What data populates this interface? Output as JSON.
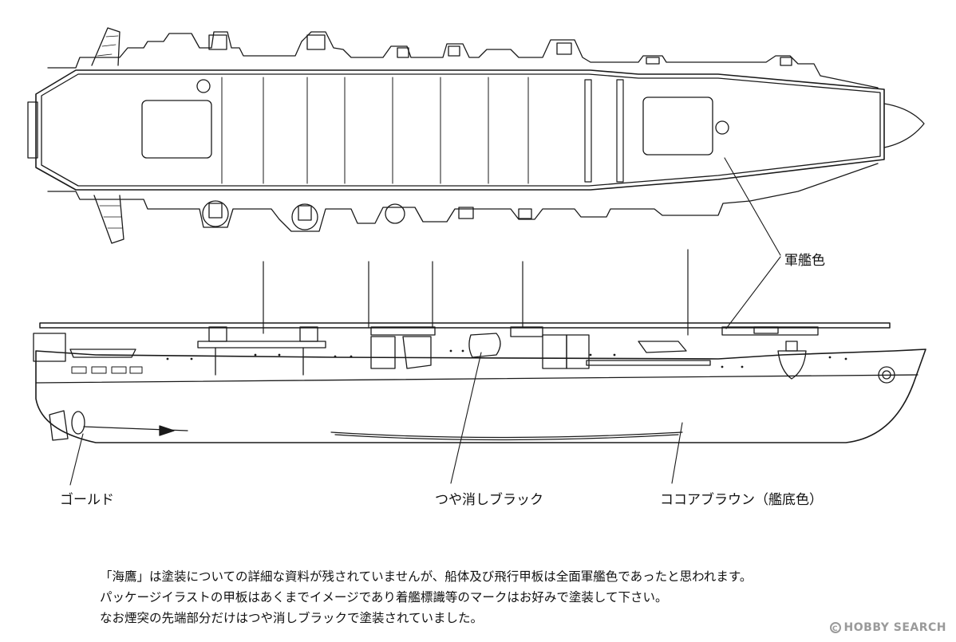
{
  "labels": {
    "gunkan": "軍艦色",
    "gold": "ゴールド",
    "matte_black": "つや消しブラック",
    "cocoa_brown": "ココアブラウン（艦底色）"
  },
  "notes": [
    "「海鷹」は塗装についての詳細な資料が残されていませんが、船体及び飛行甲板は全面軍艦色であったと思われます。",
    "パッケージイラストの甲板はあくまでイメージであり着艦標識等のマークはお好みで塗装して下さい。",
    "なお煙突の先端部分だけはつや消しブラックで塗装されていました。"
  ],
  "watermark": {
    "text": "HOBBY SEARCH",
    "icon": "copyright-icon"
  }
}
